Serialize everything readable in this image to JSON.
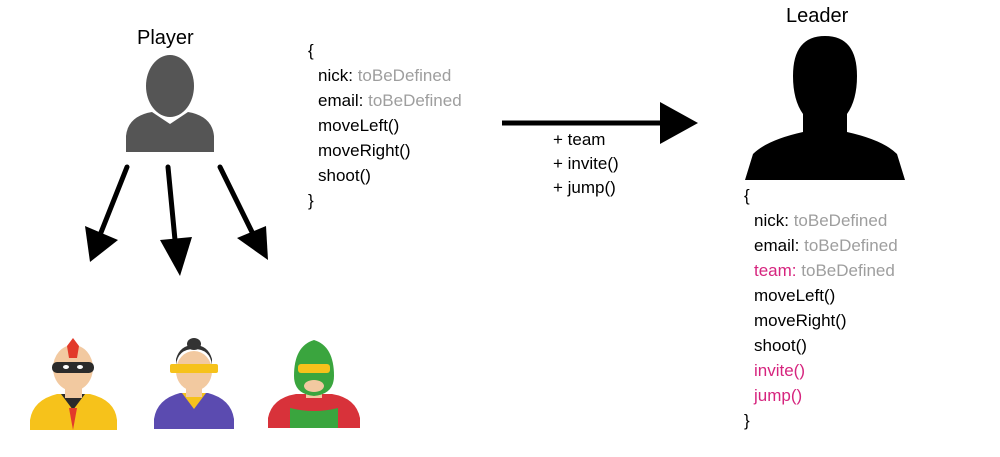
{
  "colors": {
    "player_icon": "#555555",
    "leader_icon": "#000000",
    "value_text": "#9e9e9e",
    "highlight_text": "#d6247e"
  },
  "player": {
    "title": "Player",
    "open_brace": "{",
    "close_brace": "}",
    "fields": [
      {
        "name": "nick:",
        "value": "toBeDefined"
      },
      {
        "name": "email:",
        "value": "toBeDefined"
      }
    ],
    "methods": [
      "moveLeft()",
      "moveRight()",
      "shoot()"
    ]
  },
  "arrow_additions": [
    "+ team",
    "+ invite()",
    "+ jump()"
  ],
  "leader": {
    "title": "Leader",
    "open_brace": "{",
    "close_brace": "}",
    "fields": [
      {
        "name": "nick:",
        "value": "toBeDefined"
      },
      {
        "name": "email:",
        "value": "toBeDefined"
      },
      {
        "name": "team:",
        "value": "toBeDefined",
        "new": true
      }
    ],
    "methods": [
      {
        "name": "moveLeft()"
      },
      {
        "name": "moveRight()"
      },
      {
        "name": "shoot()"
      },
      {
        "name": "invite()",
        "new": true
      },
      {
        "name": "jump()",
        "new": true
      }
    ]
  },
  "heroes": [
    "hero-red-mask",
    "hero-yellow-visor",
    "hero-green-mask"
  ]
}
